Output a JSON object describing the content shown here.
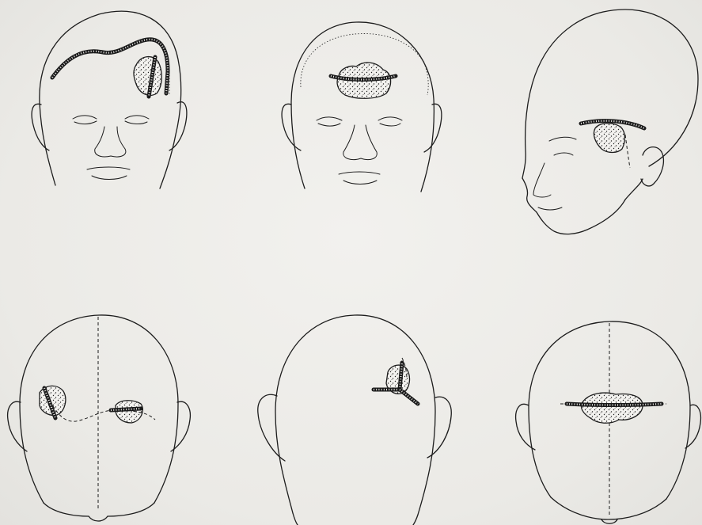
{
  "plate": {
    "figures": [
      {
        "view": "front",
        "row": 1,
        "lesion_site": "right-frontal"
      },
      {
        "view": "front",
        "row": 1,
        "lesion_site": "midline-frontal"
      },
      {
        "view": "oblique",
        "row": 1,
        "lesion_site": "temporal"
      },
      {
        "view": "posterior",
        "row": 2,
        "lesion_site": "bilateral-occipital"
      },
      {
        "view": "posterior",
        "row": 2,
        "lesion_site": "parietal-triradiate"
      },
      {
        "view": "posterior",
        "row": 2,
        "lesion_site": "occipital-midline"
      }
    ],
    "colors": {
      "ink": "#1d1d1d",
      "paper": "#ecebe8"
    }
  }
}
